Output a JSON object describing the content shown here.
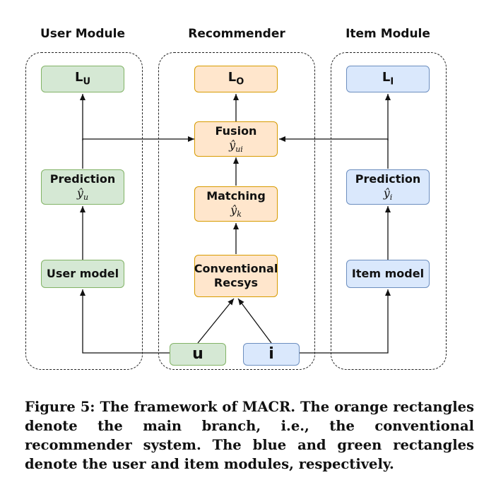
{
  "headers": {
    "user": "User Module",
    "recommender": "Recommender",
    "item": "Item Module"
  },
  "nodes": {
    "loss_u": {
      "base": "L",
      "sub": "U"
    },
    "loss_o": {
      "base": "L",
      "sub": "O"
    },
    "loss_i": {
      "base": "L",
      "sub": "I"
    },
    "fusion": {
      "label": "Fusion",
      "var": "ŷ",
      "sub": "ui"
    },
    "matching": {
      "label": "Matching",
      "var": "ŷ",
      "sub": "k"
    },
    "conventional": {
      "line1": "Conventional",
      "line2": "Recsys"
    },
    "pred_user": {
      "label": "Prediction",
      "var": "ŷ",
      "sub": "u"
    },
    "pred_item": {
      "label": "Prediction",
      "var": "ŷ",
      "sub": "i"
    },
    "user_model": {
      "label": "User model"
    },
    "item_model": {
      "label": "Item model"
    },
    "input_u": {
      "label": "u"
    },
    "input_i": {
      "label": "i"
    }
  },
  "colors": {
    "green_fill": "#d5e8d4",
    "orange_fill": "#ffe6cc",
    "blue_fill": "#dae8fc"
  },
  "caption": "Figure 5: The framework of MACR. The orange rectangles denote the main branch, i.e., the conventional recommender system. The blue and green rectangles denote the user and item modules, respectively."
}
